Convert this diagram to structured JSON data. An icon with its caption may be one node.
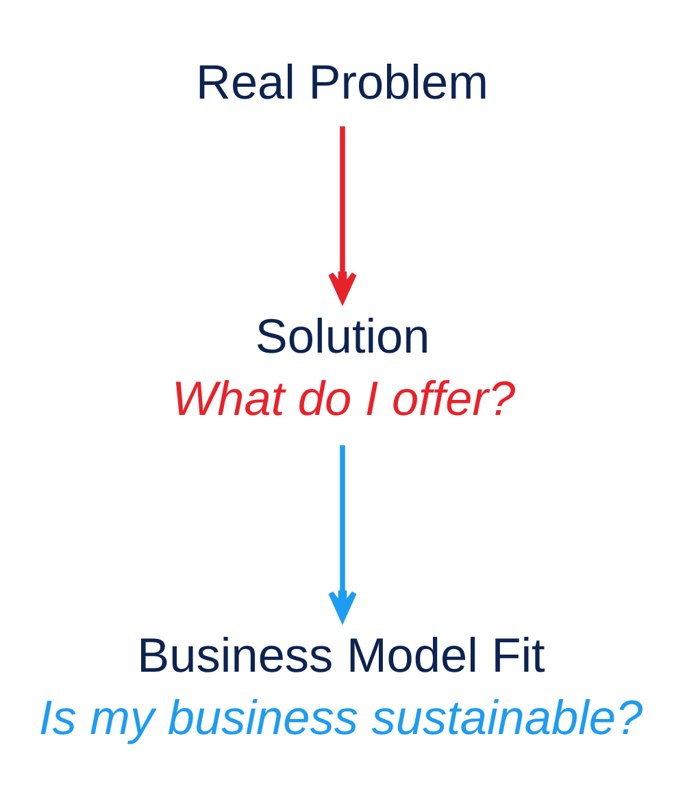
{
  "diagram": {
    "nodes": [
      {
        "text": [
          "Real Problem"
        ]
      },
      {
        "text": [
          "Solution",
          "What do I offer?"
        ]
      },
      {
        "text": [
          "Business Model Fit",
          "Is my business sustainable?"
        ]
      }
    ],
    "edges": [
      {
        "from": 0,
        "to": 1,
        "arrow": "to",
        "color": "#e8222b"
      },
      {
        "from": 1,
        "to": 2,
        "arrow": "to",
        "color": "#1e9cf0"
      }
    ]
  }
}
